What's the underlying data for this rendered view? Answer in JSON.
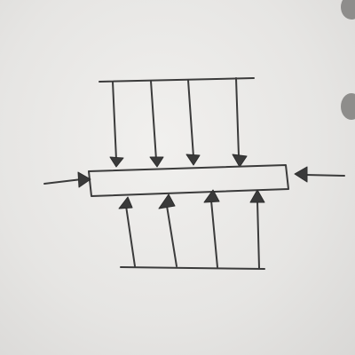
{
  "diagram": {
    "kind": "hand-drawn sketch on paper",
    "ink_color": "#3b3b3b",
    "paper_color": "#e8e7e5",
    "elements": [
      {
        "name": "beam",
        "shape": "horizontal rectangle"
      },
      {
        "name": "top-load-arrows",
        "count": 4,
        "direction": "down"
      },
      {
        "name": "bottom-support-arrows",
        "count": 4,
        "direction": "up"
      },
      {
        "name": "left-axial-arrow",
        "direction": "right"
      },
      {
        "name": "right-axial-arrow",
        "direction": "left"
      }
    ],
    "binder_holes": 2
  }
}
